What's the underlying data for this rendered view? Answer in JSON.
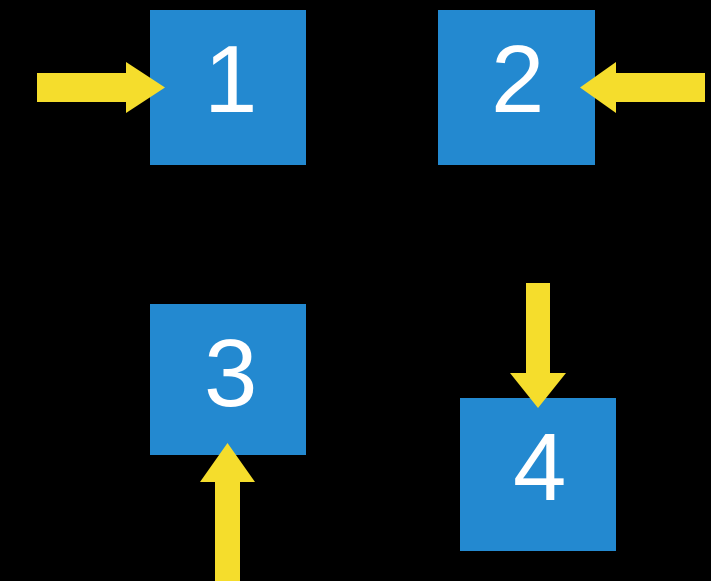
{
  "diagram": {
    "title": "four-box arrow diagram",
    "background_color": "#000000",
    "box_color": "#2389d0",
    "arrow_color": "#f5dd2c",
    "label_color": "#ffffff",
    "nodes": [
      {
        "id": "1",
        "label": "1"
      },
      {
        "id": "2",
        "label": "2"
      },
      {
        "id": "3",
        "label": "3"
      },
      {
        "id": "4",
        "label": "4"
      }
    ],
    "arrows": [
      {
        "id": "arrow-into-1",
        "direction": "right",
        "target": "1",
        "icon": "arrow-right-icon"
      },
      {
        "id": "arrow-into-2",
        "direction": "left",
        "target": "2",
        "icon": "arrow-left-icon"
      },
      {
        "id": "arrow-into-4",
        "direction": "down",
        "target": "4",
        "icon": "arrow-down-icon"
      },
      {
        "id": "arrow-into-3",
        "direction": "up",
        "target": "3",
        "icon": "arrow-up-icon"
      }
    ]
  }
}
